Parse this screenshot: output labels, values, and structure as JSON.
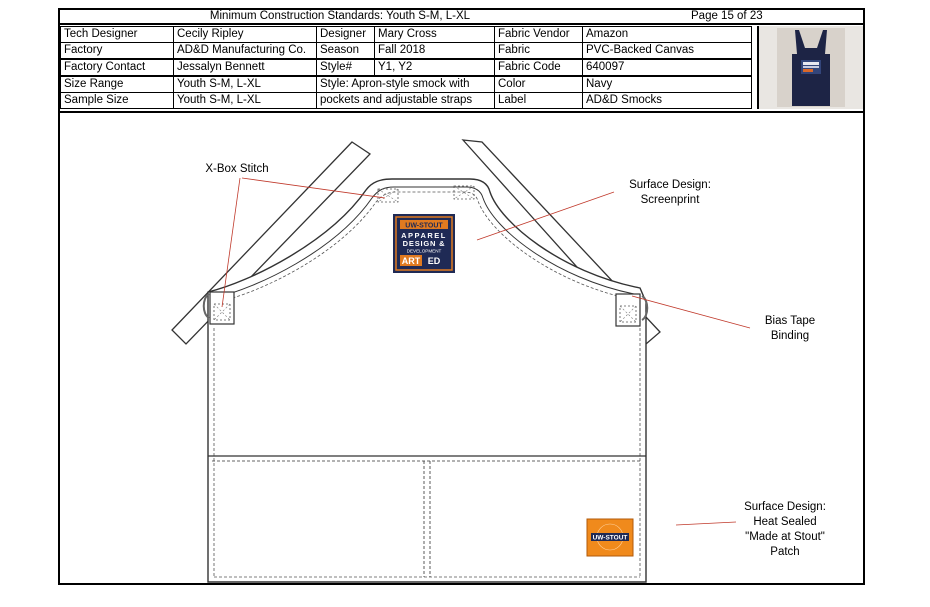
{
  "header": {
    "title": "Minimum Construction Standards: Youth S-M, L-XL",
    "page": "Page 15 of 23"
  },
  "spec_table": {
    "tech_designer_label": "Tech Designer",
    "tech_designer": "Cecily Ripley",
    "factory_label": "Factory",
    "factory": "AD&D Manufacturing Co.",
    "factory_contact_label": "Factory Contact",
    "factory_contact": "Jessalyn Bennett",
    "size_range_label": "Size Range",
    "size_range": "Youth S-M, L-XL",
    "sample_size_label": "Sample Size",
    "sample_size": "Youth S-M, L-XL",
    "designer_label": "Designer",
    "designer": "Mary Cross",
    "season_label": "Season",
    "season": "Fall 2018",
    "style_label": "Style#",
    "style": "Y1, Y2",
    "style_description_1": "Style: Apron-style smock with",
    "style_description_2": "pockets and adjustable straps",
    "fabric_vendor_label": "Fabric Vendor",
    "fabric_vendor": "Amazon",
    "fabric_label": "Fabric",
    "fabric": "PVC-Backed Canvas",
    "fabric_code_label": "Fabric Code",
    "fabric_code": "640097",
    "color_label": "Color",
    "color": "Navy",
    "label_label": "Label",
    "label": "AD&D Smocks"
  },
  "callouts": {
    "xbox": "X-Box Stitch",
    "surface_screen_1": "Surface Design:",
    "surface_screen_2": "Screenprint",
    "bias_1": "Bias Tape",
    "bias_2": "Binding",
    "surface_heat_1": "Surface Design:",
    "surface_heat_2": "Heat Sealed",
    "surface_heat_3": "\"Made at Stout\"",
    "surface_heat_4": "Patch"
  },
  "logo": {
    "line1": "UW-STOUT",
    "line2": "APPAREL",
    "line3": "DESIGN &",
    "line4": "DEVELOPMENT",
    "line5a": "ART",
    "line5b": "ED"
  },
  "patch": {
    "text": "UW-STOUT"
  },
  "colors": {
    "navy": "#1f2a55",
    "orange": "#f08a1c",
    "callout_line": "#c0392b"
  }
}
